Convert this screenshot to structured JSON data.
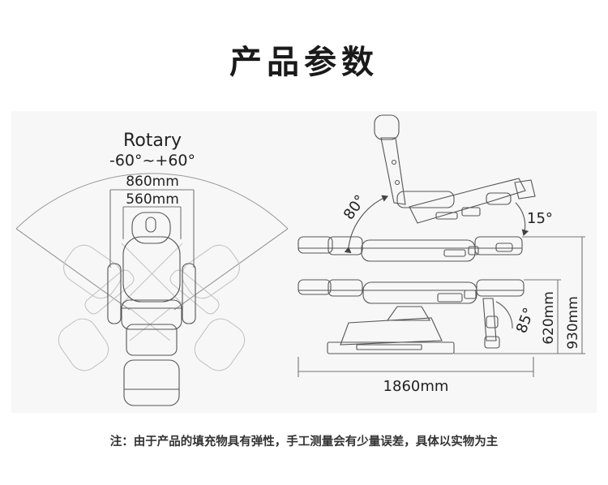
{
  "page": {
    "title": "产品参数",
    "note": "注：由于产品的填充物具有弹性，手工测量会有少量误差，具体以实物为主"
  },
  "top_view": {
    "rotation_label": "Rotary",
    "rotation_range": "-60°~+60°",
    "outer_width": "860mm",
    "inner_width": "560mm"
  },
  "side_view": {
    "back_angle": "80°",
    "leg_angle": "15°",
    "foot_angle": "85°",
    "min_height": "620mm",
    "max_height": "930mm",
    "length": "1860mm"
  },
  "colors": {
    "line": "#555555",
    "light_line": "#b8b8b8",
    "panel": "#f7f7f7"
  }
}
